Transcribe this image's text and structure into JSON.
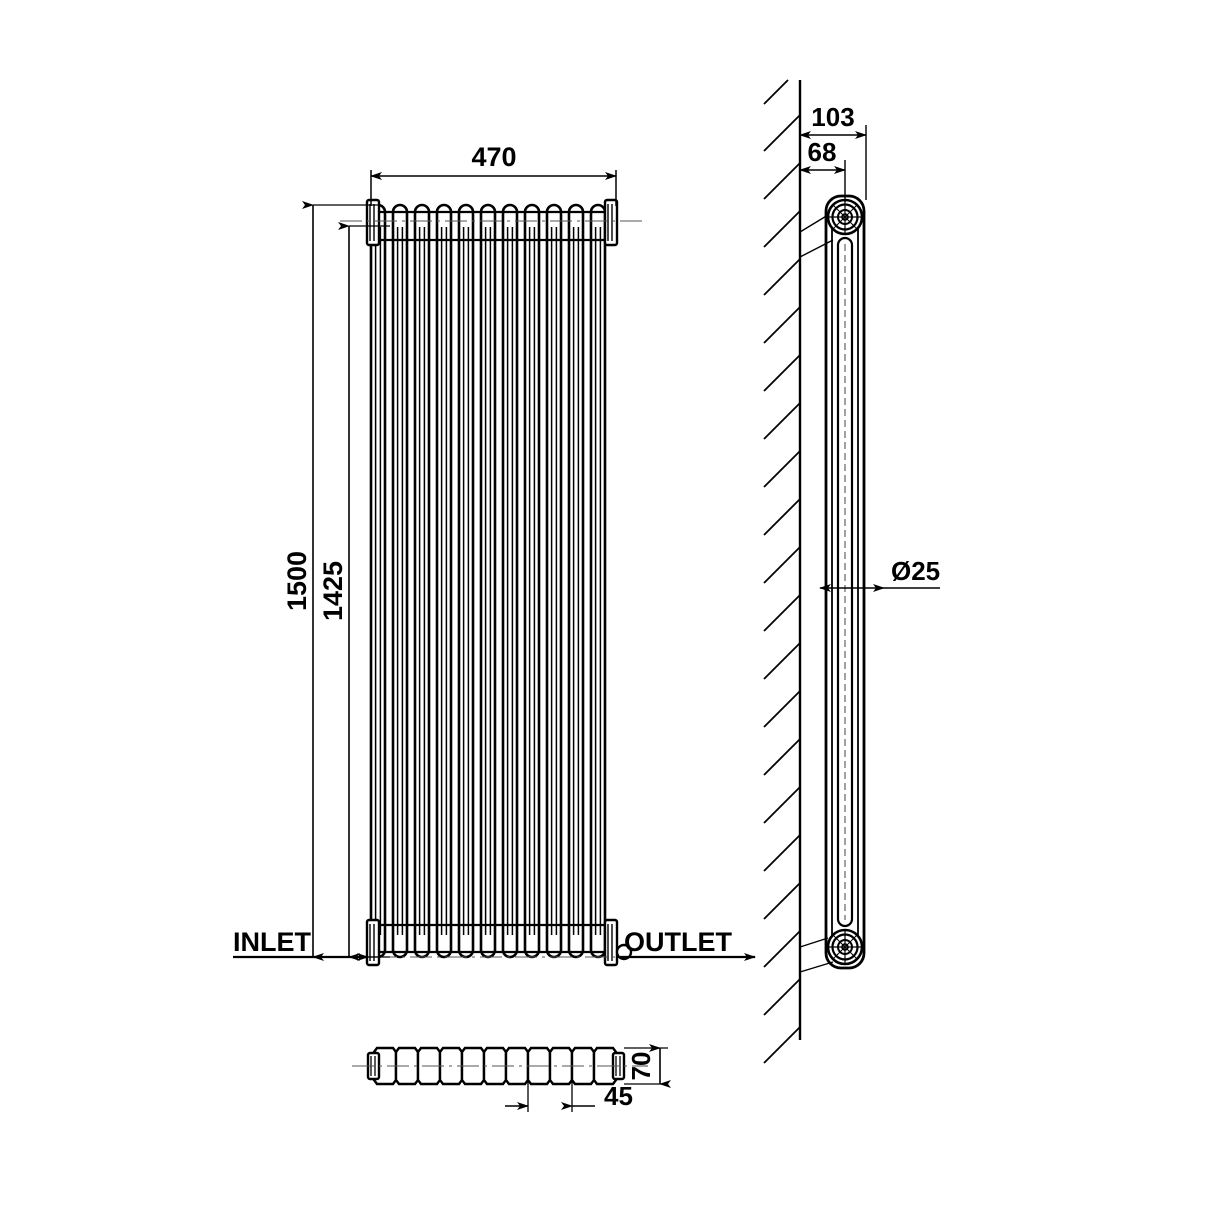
{
  "drawing": {
    "title": "Vertical Column Radiator Technical Drawing",
    "units": "mm",
    "line_color": "#000000",
    "background_color": "#ffffff"
  },
  "front_view": {
    "name": "front-elevation",
    "column_count": 11,
    "dimensions": {
      "width_label": "470",
      "overall_height_label": "1500",
      "center_height_label": "1425"
    },
    "labels": {
      "inlet": "INLET",
      "outlet": "OUTLET"
    }
  },
  "side_view": {
    "name": "side-elevation",
    "dimensions": {
      "depth_total_label": "103",
      "depth_wall_label": "68",
      "pipe_diameter_label": "Ø25"
    }
  },
  "plan_view": {
    "name": "plan-view",
    "dimensions": {
      "depth_label": "70",
      "pitch_label": "45"
    }
  }
}
